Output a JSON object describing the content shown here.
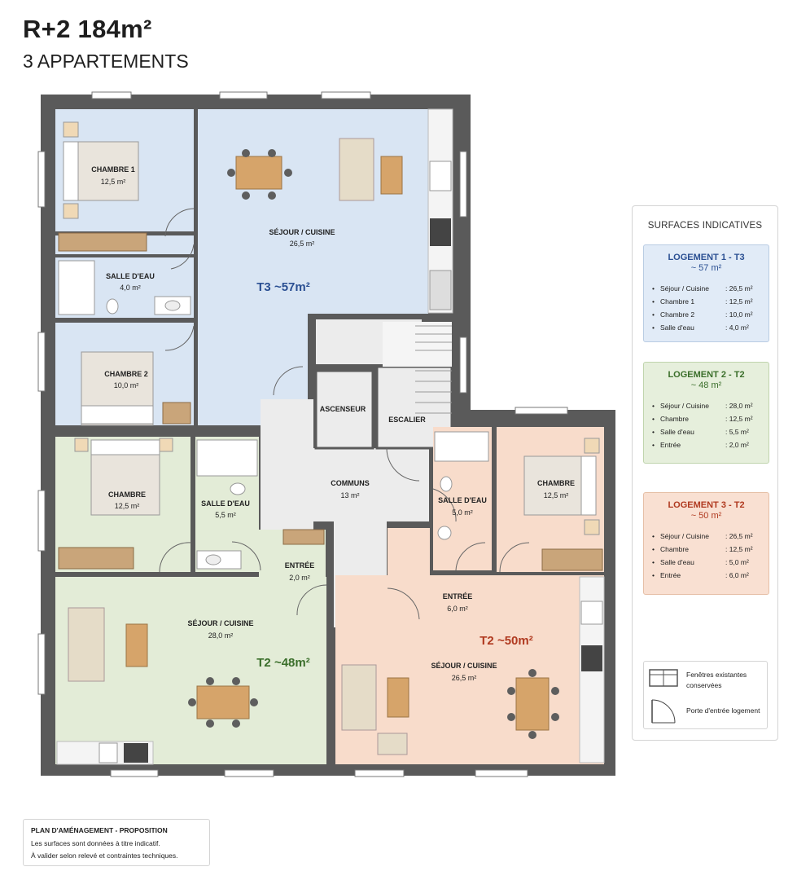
{
  "header": {
    "title": "R+2 184m²",
    "subtitle": "3 APPARTEMENTS"
  },
  "rooms": {
    "chambre1": {
      "name": "CHAMBRE 1",
      "area": "12,5 m²"
    },
    "sejour_t3": {
      "name": "SÉJOUR / CUISINE",
      "area": "26,5 m²"
    },
    "salle_eau_t3": {
      "name": "SALLE D'EAU",
      "area": "4,0 m²"
    },
    "chambre2": {
      "name": "CHAMBRE 2",
      "area": "10,0 m²"
    },
    "ascenseur": {
      "name": "ASCENSEUR"
    },
    "escalier": {
      "name": "ESCALIER"
    },
    "communs": {
      "name": "COMMUNS",
      "area": "13 m²"
    },
    "chambre_t2a": {
      "name": "CHAMBRE",
      "area": "12,5 m²"
    },
    "salle_eau_t2a": {
      "name": "SALLE D'EAU",
      "area": "5,5 m²"
    },
    "entree_t2a": {
      "name": "ENTRÉE",
      "area": "2,0 m²"
    },
    "sejour_t2a": {
      "name": "SÉJOUR / CUISINE",
      "area": "28,0 m²"
    },
    "salle_eau_t2b": {
      "name": "SALLE D'EAU",
      "area": "5,0 m²"
    },
    "chambre_t2b": {
      "name": "CHAMBRE",
      "area": "12,5 m²"
    },
    "entree_t2b": {
      "name": "ENTRÉE",
      "area": "6,0 m²"
    },
    "sejour_t2b": {
      "name": "SÉJOUR / CUISINE",
      "area": "26,5 m²"
    }
  },
  "unit_labels": {
    "t3": "T3 ~57m²",
    "t2a": "T2 ~48m²",
    "t2b": "T2 ~50m²"
  },
  "legend": {
    "title": "SURFACES INDICATIVES",
    "cards": [
      {
        "title": "LOGEMENT 1 - T3",
        "total": "~ 57 m²",
        "items": [
          {
            "label": "Séjour / Cuisine",
            "value": ": 26,5 m²"
          },
          {
            "label": "Chambre 1",
            "value": ": 12,5 m²"
          },
          {
            "label": "Chambre 2",
            "value": ": 10,0 m²"
          },
          {
            "label": "Salle d'eau",
            "value": ": 4,0 m²"
          }
        ]
      },
      {
        "title": "LOGEMENT 2 - T2",
        "total": "~ 48 m²",
        "items": [
          {
            "label": "Séjour / Cuisine",
            "value": ": 28,0 m²"
          },
          {
            "label": "Chambre",
            "value": ": 12,5 m²"
          },
          {
            "label": "Salle d'eau",
            "value": ": 5,5 m²"
          },
          {
            "label": "Entrée",
            "value": ": 2,0 m²"
          }
        ]
      },
      {
        "title": "LOGEMENT 3 - T2",
        "total": "~ 50 m²",
        "items": [
          {
            "label": "Séjour / Cuisine",
            "value": ": 26,5 m²"
          },
          {
            "label": "Chambre",
            "value": ": 12,5 m²"
          },
          {
            "label": "Salle d'eau",
            "value": ": 5,0 m²"
          },
          {
            "label": "Entrée",
            "value": ": 6,0 m²"
          }
        ]
      }
    ],
    "key": {
      "windows": "Fenêtres existantes conservées",
      "door": "Porte d'entrée logement"
    }
  },
  "note": {
    "title": "PLAN D'AMÉNAGEMENT - PROPOSITION",
    "line1": "Les surfaces sont données à titre indicatif.",
    "line2": "À valider selon relevé et contraintes techniques."
  },
  "colors": {
    "t3": "#d9e5f3",
    "t2a": "#e3ecd7",
    "t2b": "#f8dccb",
    "communs": "#ececec",
    "wall": "#5a5a5a",
    "t3_label": "#2a4f92",
    "t2a_label": "#3a6e2a",
    "t2b_label": "#b03a20"
  }
}
